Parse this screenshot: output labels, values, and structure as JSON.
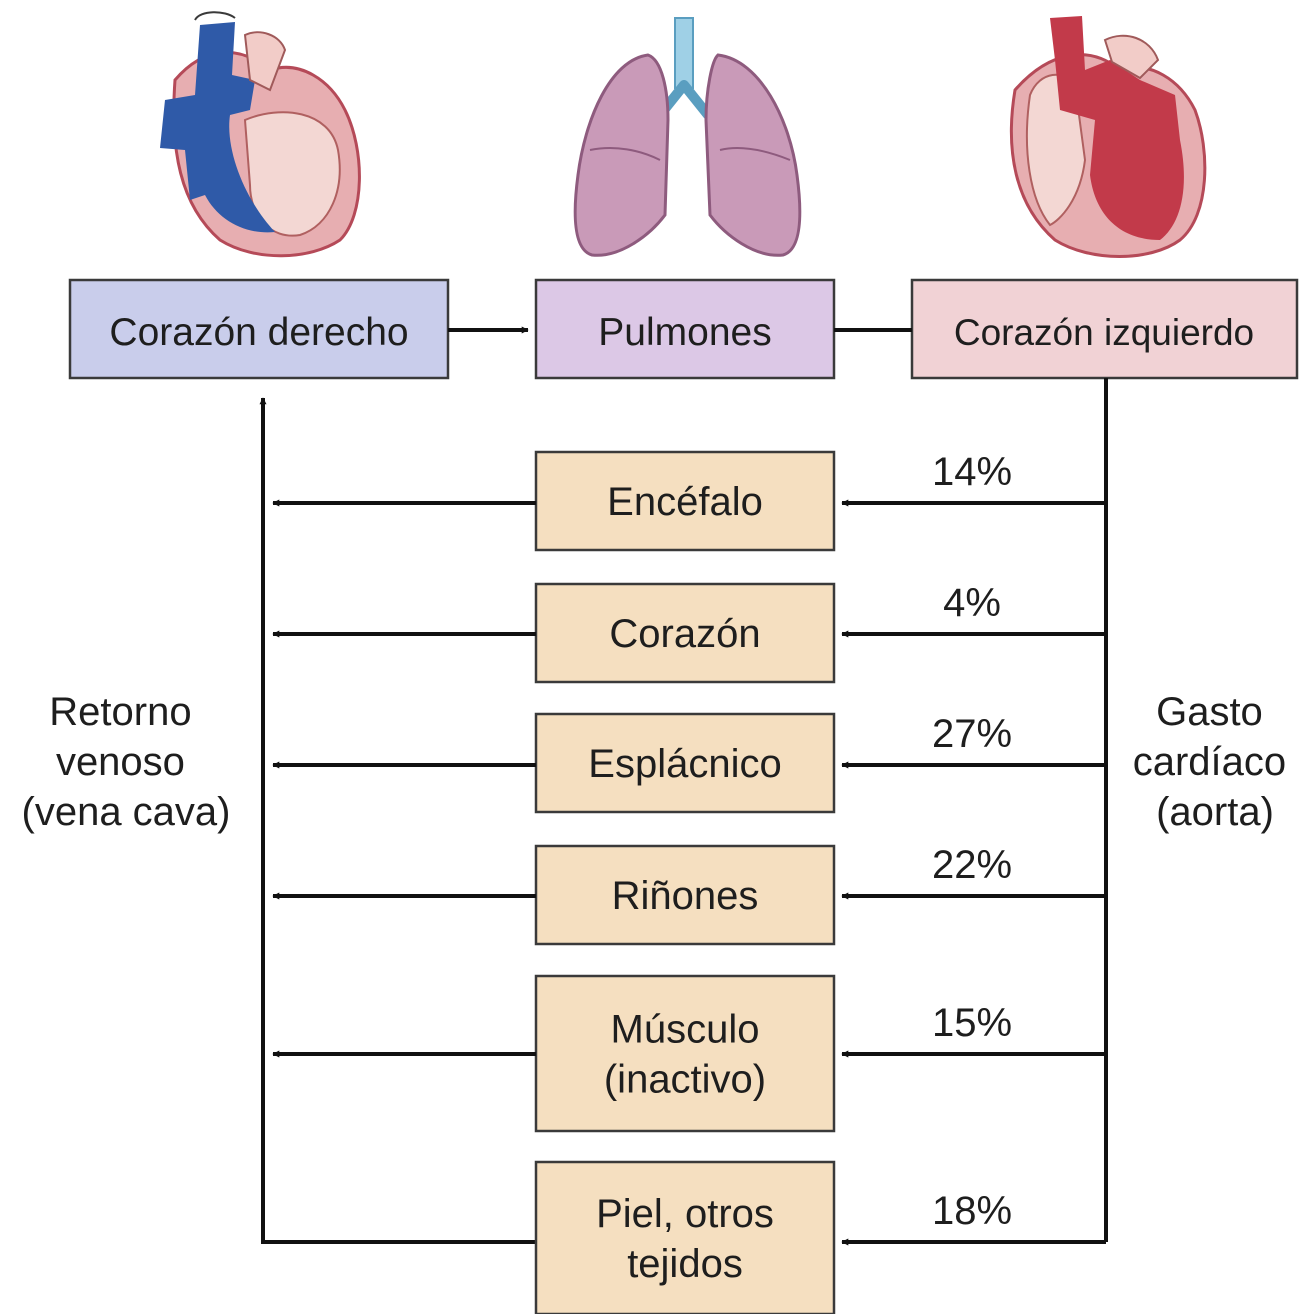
{
  "top_boxes": {
    "right_heart": {
      "label": "Corazón derecho",
      "fill": "#c9cdeb"
    },
    "lungs": {
      "label": "Pulmones",
      "fill": "#dcc8e6"
    },
    "left_heart": {
      "label": "Corazón izquierdo",
      "fill": "#f1d2d5"
    }
  },
  "organ_box_fill": "#f5dfc0",
  "organs": [
    {
      "lines": [
        "Encéfalo"
      ],
      "percent": "14%"
    },
    {
      "lines": [
        "Corazón"
      ],
      "percent": "4%"
    },
    {
      "lines": [
        "Esplácnico"
      ],
      "percent": "27%"
    },
    {
      "lines": [
        "Riñones"
      ],
      "percent": "22%"
    },
    {
      "lines": [
        "Músculo",
        "(inactivo)"
      ],
      "percent": "15%"
    },
    {
      "lines": [
        "Piel, otros",
        "tejidos"
      ],
      "percent": "18%"
    }
  ],
  "venous_return": [
    "Retorno",
    "venoso",
    "(vena cava)"
  ],
  "cardiac_output": [
    "Gasto",
    "cardíaco",
    "(aorta)"
  ],
  "illustrations": [
    {
      "name": "right-heart-illustration",
      "color": "#2f5aa8"
    },
    {
      "name": "lungs-illustration",
      "color": "#c99ab8"
    },
    {
      "name": "left-heart-illustration",
      "color": "#c23a4a"
    }
  ]
}
